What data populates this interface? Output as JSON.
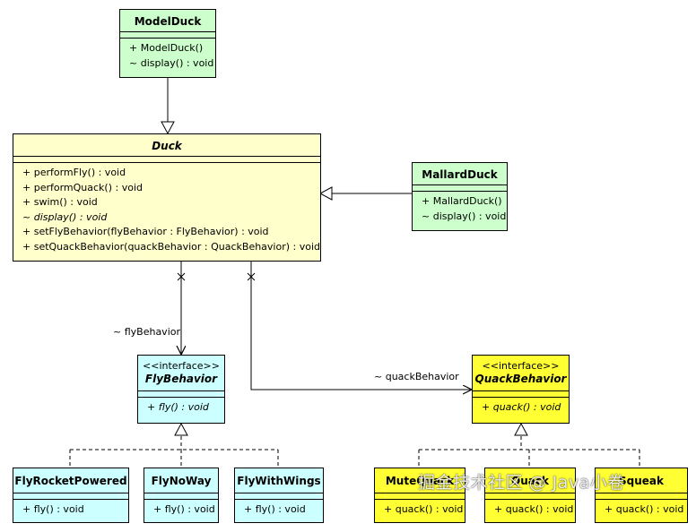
{
  "colors": {
    "green": "#ccffcc",
    "lightyellow": "#ffffcc",
    "cyan": "#ccffff",
    "yellow": "#ffff33",
    "line": "#000000"
  },
  "classes": {
    "model_duck": {
      "name": "ModelDuck",
      "ops": [
        "+ ModelDuck()",
        "~ display() : void"
      ]
    },
    "duck": {
      "name": "Duck",
      "ops": [
        "+ performFly() : void",
        "+ performQuack() : void",
        "+ swim() : void",
        "~ display() : void",
        "+ setFlyBehavior(flyBehavior : FlyBehavior) : void",
        "+ setQuackBehavior(quackBehavior : QuackBehavior) : void"
      ]
    },
    "mallard_duck": {
      "name": "MallardDuck",
      "ops": [
        "+ MallardDuck()",
        "~ display() : void"
      ]
    },
    "fly_behavior": {
      "stereotype": "<<interface>>",
      "name": "FlyBehavior",
      "ops": [
        "+ fly() : void"
      ]
    },
    "quack_behavior": {
      "stereotype": "<<interface>>",
      "name": "QuackBehavior",
      "ops": [
        "+ quack() : void"
      ]
    },
    "fly_rocket_powered": {
      "name": "FlyRocketPowered",
      "ops": [
        "+ fly() : void"
      ]
    },
    "fly_no_way": {
      "name": "FlyNoWay",
      "ops": [
        "+ fly() : void"
      ]
    },
    "fly_with_wings": {
      "name": "FlyWithWings",
      "ops": [
        "+ fly() : void"
      ]
    },
    "mute_quack": {
      "name": "MuteQuack",
      "ops": [
        "+ quack() : void"
      ]
    },
    "quack": {
      "name": "Quack",
      "ops": [
        "+ quack() : void"
      ]
    },
    "squeak": {
      "name": "Squeak",
      "ops": [
        "+ quack() : void"
      ]
    }
  },
  "labels": {
    "fly_behavior_role": "~ flyBehavior",
    "quack_behavior_role": "~ quackBehavior"
  },
  "watermark": "掘金技术社区 @ Java小卷"
}
